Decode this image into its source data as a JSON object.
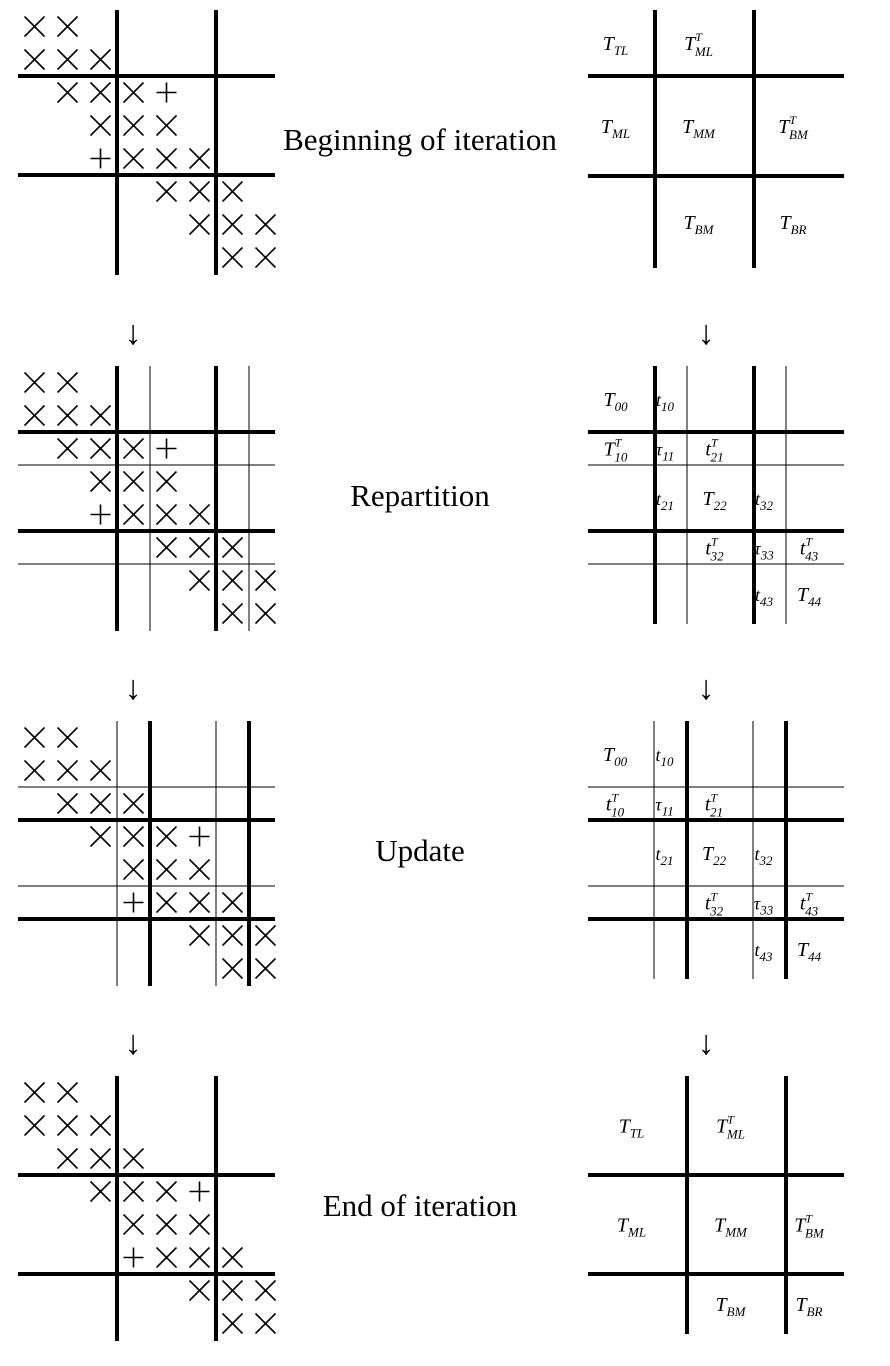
{
  "stages": [
    {
      "label": "Beginning of iteration",
      "matrix": {
        "thick_v": [
          3,
          6
        ],
        "thick_h": [
          2,
          5
        ],
        "thin_v": [],
        "thin_h": [],
        "marks": [
          [
            0,
            0,
            "x"
          ],
          [
            0,
            1,
            "x"
          ],
          [
            1,
            0,
            "x"
          ],
          [
            1,
            1,
            "x"
          ],
          [
            1,
            2,
            "x"
          ],
          [
            2,
            1,
            "x"
          ],
          [
            2,
            2,
            "x"
          ],
          [
            2,
            3,
            "x"
          ],
          [
            2,
            4,
            "+"
          ],
          [
            3,
            2,
            "x"
          ],
          [
            3,
            3,
            "x"
          ],
          [
            3,
            4,
            "x"
          ],
          [
            4,
            2,
            "+"
          ],
          [
            4,
            3,
            "x"
          ],
          [
            4,
            4,
            "x"
          ],
          [
            4,
            5,
            "x"
          ],
          [
            5,
            4,
            "x"
          ],
          [
            5,
            5,
            "x"
          ],
          [
            5,
            6,
            "x"
          ],
          [
            6,
            5,
            "x"
          ],
          [
            6,
            6,
            "x"
          ],
          [
            6,
            7,
            "x"
          ],
          [
            7,
            6,
            "x"
          ],
          [
            7,
            7,
            "x"
          ]
        ]
      },
      "labels": {
        "thick_v": [
          "TL|ML",
          "ML|BR"
        ],
        "thick_h": [
          "T|M",
          "M|B"
        ],
        "thin_v": [],
        "thin_h": [],
        "entries": [
          {
            "sym": "T",
            "sub": "TL",
            "sup": "",
            "col": 0,
            "row": 0
          },
          {
            "sym": "T",
            "sub": "ML",
            "sup": "T",
            "col": 1,
            "row": 0
          },
          {
            "sym": "T",
            "sub": "ML",
            "sup": "",
            "col": 0,
            "row": 1
          },
          {
            "sym": "T",
            "sub": "MM",
            "sup": "",
            "col": 1,
            "row": 1
          },
          {
            "sym": "T",
            "sub": "BM",
            "sup": "T",
            "col": 2,
            "row": 1
          },
          {
            "sym": "T",
            "sub": "BM",
            "sup": "",
            "col": 1,
            "row": 2
          },
          {
            "sym": "T",
            "sub": "BR",
            "sup": "",
            "col": 2,
            "row": 2
          }
        ]
      },
      "arrow": ""
    },
    {
      "label": "Repartition",
      "matrix": {
        "thick_v": [
          3,
          6
        ],
        "thick_h": [
          2,
          5
        ],
        "thin_v": [
          4,
          7
        ],
        "thin_h": [
          3,
          6
        ],
        "marks": [
          [
            0,
            0,
            "x"
          ],
          [
            0,
            1,
            "x"
          ],
          [
            1,
            0,
            "x"
          ],
          [
            1,
            1,
            "x"
          ],
          [
            1,
            2,
            "x"
          ],
          [
            2,
            1,
            "x"
          ],
          [
            2,
            2,
            "x"
          ],
          [
            2,
            3,
            "x"
          ],
          [
            2,
            4,
            "+"
          ],
          [
            3,
            2,
            "x"
          ],
          [
            3,
            3,
            "x"
          ],
          [
            3,
            4,
            "x"
          ],
          [
            4,
            2,
            "+"
          ],
          [
            4,
            3,
            "x"
          ],
          [
            4,
            4,
            "x"
          ],
          [
            4,
            5,
            "x"
          ],
          [
            5,
            4,
            "x"
          ],
          [
            5,
            5,
            "x"
          ],
          [
            5,
            6,
            "x"
          ],
          [
            6,
            5,
            "x"
          ],
          [
            6,
            6,
            "x"
          ],
          [
            6,
            7,
            "x"
          ],
          [
            7,
            6,
            "x"
          ],
          [
            7,
            7,
            "x"
          ]
        ]
      },
      "labels": {
        "entries": [
          {
            "sym": "T",
            "sub": "00",
            "sup": "",
            "col": 0,
            "row": 0
          },
          {
            "sym": "t",
            "sub": "10",
            "sup": "",
            "col": 1,
            "row": 0
          },
          {
            "sym": "T",
            "sub": "10",
            "sup": "T",
            "col": 0,
            "row": 1
          },
          {
            "sym": "τ",
            "sub": "11",
            "sup": "",
            "col": 1,
            "row": 1
          },
          {
            "sym": "t",
            "sub": "21",
            "sup": "T",
            "col": 2,
            "row": 1
          },
          {
            "sym": "t",
            "sub": "21",
            "sup": "",
            "col": 1,
            "row": 2
          },
          {
            "sym": "T",
            "sub": "22",
            "sup": "",
            "col": 2,
            "row": 2
          },
          {
            "sym": "t",
            "sub": "32",
            "sup": "",
            "col": 3,
            "row": 2
          },
          {
            "sym": "t",
            "sub": "32",
            "sup": "T",
            "col": 2,
            "row": 3
          },
          {
            "sym": "τ",
            "sub": "33",
            "sup": "",
            "col": 3,
            "row": 3
          },
          {
            "sym": "t",
            "sub": "43",
            "sup": "T",
            "col": 4,
            "row": 3
          },
          {
            "sym": "t",
            "sub": "43",
            "sup": "",
            "col": 3,
            "row": 4
          },
          {
            "sym": "T",
            "sub": "44",
            "sup": "",
            "col": 4,
            "row": 4
          }
        ]
      },
      "arrow": "↓"
    },
    {
      "label": "Update",
      "matrix": {
        "thick_v": [
          4,
          7
        ],
        "thick_h": [
          3,
          6
        ],
        "thin_v": [
          3,
          6
        ],
        "thin_h": [
          2,
          5
        ],
        "marks": [
          [
            0,
            0,
            "x"
          ],
          [
            0,
            1,
            "x"
          ],
          [
            1,
            0,
            "x"
          ],
          [
            1,
            1,
            "x"
          ],
          [
            1,
            2,
            "x"
          ],
          [
            2,
            1,
            "x"
          ],
          [
            2,
            2,
            "x"
          ],
          [
            2,
            3,
            "x"
          ],
          [
            3,
            2,
            "x"
          ],
          [
            3,
            3,
            "x"
          ],
          [
            3,
            4,
            "x"
          ],
          [
            3,
            5,
            "+"
          ],
          [
            4,
            3,
            "x"
          ],
          [
            4,
            4,
            "x"
          ],
          [
            4,
            5,
            "x"
          ],
          [
            5,
            3,
            "+"
          ],
          [
            5,
            4,
            "x"
          ],
          [
            5,
            5,
            "x"
          ],
          [
            5,
            6,
            "x"
          ],
          [
            6,
            5,
            "x"
          ],
          [
            6,
            6,
            "x"
          ],
          [
            6,
            7,
            "x"
          ],
          [
            7,
            6,
            "x"
          ],
          [
            7,
            7,
            "x"
          ]
        ]
      },
      "labels": {
        "entries": [
          {
            "sym": "T",
            "sub": "00",
            "sup": "",
            "col": 0,
            "row": 0
          },
          {
            "sym": "t",
            "sub": "10",
            "sup": "",
            "col": 1,
            "row": 0
          },
          {
            "sym": "t",
            "sub": "10",
            "sup": "T",
            "col": 0,
            "row": 1
          },
          {
            "sym": "τ",
            "sub": "11",
            "sup": "",
            "col": 1,
            "row": 1
          },
          {
            "sym": "t",
            "sub": "21",
            "sup": "T",
            "col": 2,
            "row": 1
          },
          {
            "sym": "t",
            "sub": "21",
            "sup": "",
            "col": 1,
            "row": 2
          },
          {
            "sym": "T",
            "sub": "22",
            "sup": "",
            "col": 2,
            "row": 2
          },
          {
            "sym": "t",
            "sub": "32",
            "sup": "",
            "col": 3,
            "row": 2
          },
          {
            "sym": "t",
            "sub": "32",
            "sup": "T",
            "col": 2,
            "row": 3
          },
          {
            "sym": "τ",
            "sub": "33",
            "sup": "",
            "col": 3,
            "row": 3
          },
          {
            "sym": "t",
            "sub": "43",
            "sup": "T",
            "col": 4,
            "row": 3
          },
          {
            "sym": "t",
            "sub": "43",
            "sup": "",
            "col": 3,
            "row": 4
          },
          {
            "sym": "T",
            "sub": "44",
            "sup": "",
            "col": 4,
            "row": 4
          }
        ]
      },
      "arrow": "↓"
    },
    {
      "label": "End of iteration",
      "matrix": {
        "thick_v": [
          3,
          6
        ],
        "thick_h": [
          3,
          6
        ],
        "thin_v": [],
        "thin_h": [],
        "marks": [
          [
            0,
            0,
            "x"
          ],
          [
            0,
            1,
            "x"
          ],
          [
            1,
            0,
            "x"
          ],
          [
            1,
            1,
            "x"
          ],
          [
            1,
            2,
            "x"
          ],
          [
            2,
            1,
            "x"
          ],
          [
            2,
            2,
            "x"
          ],
          [
            2,
            3,
            "x"
          ],
          [
            3,
            2,
            "x"
          ],
          [
            3,
            3,
            "x"
          ],
          [
            3,
            4,
            "x"
          ],
          [
            3,
            5,
            "+"
          ],
          [
            4,
            3,
            "x"
          ],
          [
            4,
            4,
            "x"
          ],
          [
            4,
            5,
            "x"
          ],
          [
            5,
            3,
            "+"
          ],
          [
            5,
            4,
            "x"
          ],
          [
            5,
            5,
            "x"
          ],
          [
            5,
            6,
            "x"
          ],
          [
            6,
            5,
            "x"
          ],
          [
            6,
            6,
            "x"
          ],
          [
            6,
            7,
            "x"
          ],
          [
            7,
            6,
            "x"
          ],
          [
            7,
            7,
            "x"
          ]
        ]
      },
      "labels": {
        "entries": [
          {
            "sym": "T",
            "sub": "TL",
            "sup": "",
            "col": 0,
            "row": 0
          },
          {
            "sym": "T",
            "sub": "ML",
            "sup": "T",
            "col": 1,
            "row": 0
          },
          {
            "sym": "T",
            "sub": "ML",
            "sup": "",
            "col": 0,
            "row": 1
          },
          {
            "sym": "T",
            "sub": "MM",
            "sup": "",
            "col": 1,
            "row": 1
          },
          {
            "sym": "T",
            "sub": "BM",
            "sup": "T",
            "col": 2,
            "row": 1
          },
          {
            "sym": "T",
            "sub": "BM",
            "sup": "",
            "col": 1,
            "row": 2
          },
          {
            "sym": "T",
            "sub": "BR",
            "sup": "",
            "col": 2,
            "row": 2
          }
        ]
      },
      "arrow": "↓"
    }
  ]
}
